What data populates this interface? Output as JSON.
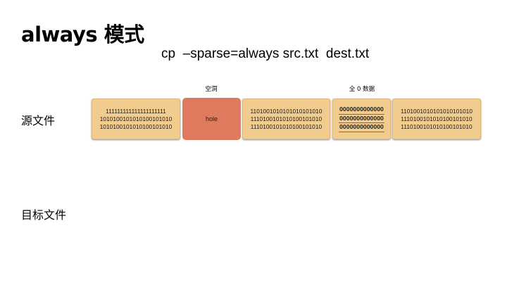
{
  "title": "always 模式",
  "command": "cp  –sparse=always src.txt  dest.txt",
  "rows": {
    "source_label": "源文件",
    "target_label": "目标文件"
  },
  "annotations": {
    "hole": "空洞",
    "zero_data": "全 0 数据"
  },
  "colors": {
    "data_block": "#f2cc8f",
    "hole_block": "#e07a5f"
  },
  "source_blocks": [
    {
      "type": "data",
      "lines": [
        "111111111111111111111",
        "1010100101010100101010",
        "1010100101010100101010"
      ]
    },
    {
      "type": "hole",
      "label": "hole"
    },
    {
      "type": "data",
      "lines": [
        "1101001010101010101010",
        "1110100101010100101010",
        "1110100101010100101010"
      ]
    },
    {
      "type": "zero",
      "lines": [
        "0000000000000",
        "0000000000000",
        "0000000000000"
      ]
    },
    {
      "type": "data",
      "lines": [
        "1101001010101010101010",
        "1110100101010100101010",
        "1110100101010100101010"
      ]
    }
  ],
  "target_blocks": []
}
